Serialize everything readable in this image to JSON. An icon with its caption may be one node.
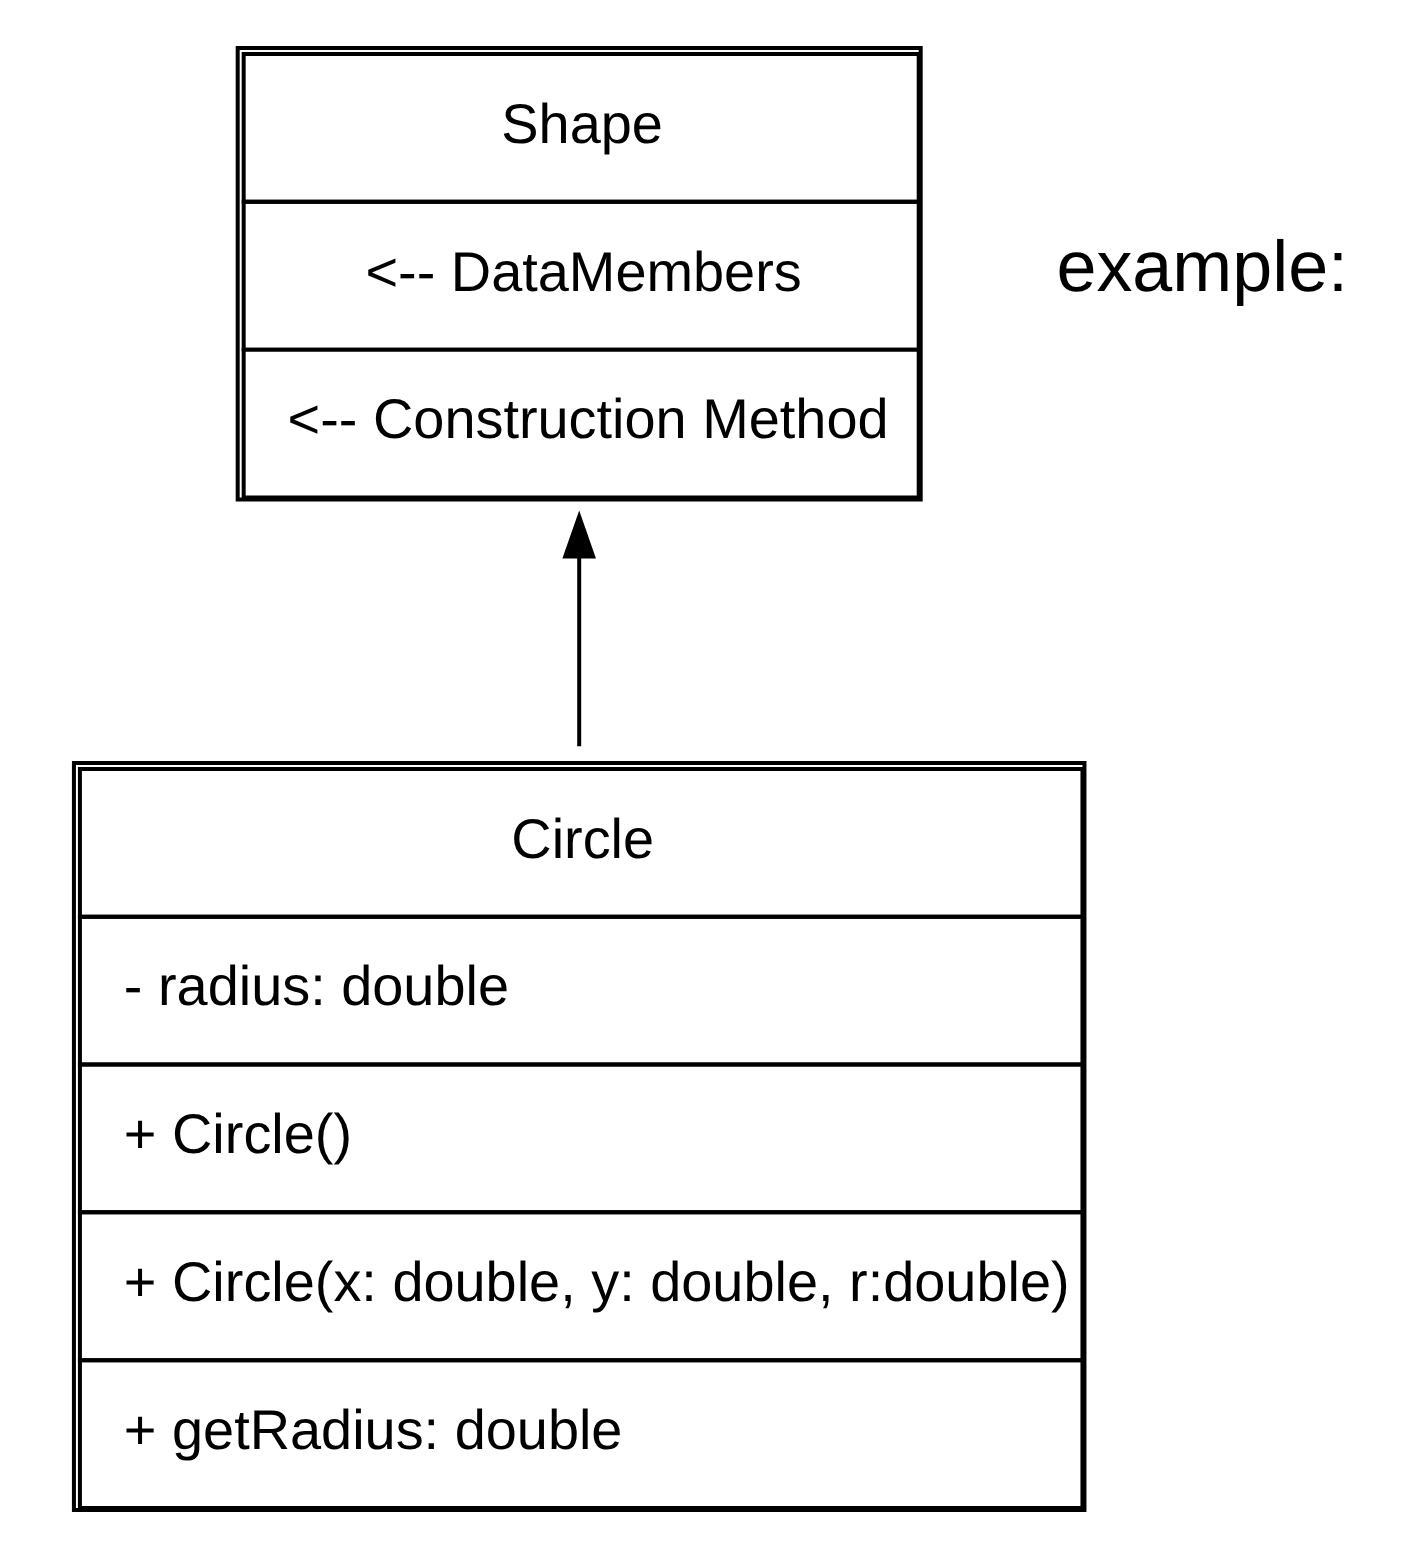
{
  "diagram": {
    "nodes": [
      {
        "text": [
          "Shape",
          "<-- DataMembers",
          "<-- Construction Method"
        ]
      },
      {
        "text": [
          "Circle",
          "- radius: double",
          "+ Circle()",
          "+ Circle(x: double, y: double, r:double)",
          "+ getRadius: double"
        ]
      }
    ],
    "edges": [
      {
        "from": 1,
        "to": 0,
        "arrow": "to"
      }
    ],
    "labels": [
      "example:"
    ]
  }
}
